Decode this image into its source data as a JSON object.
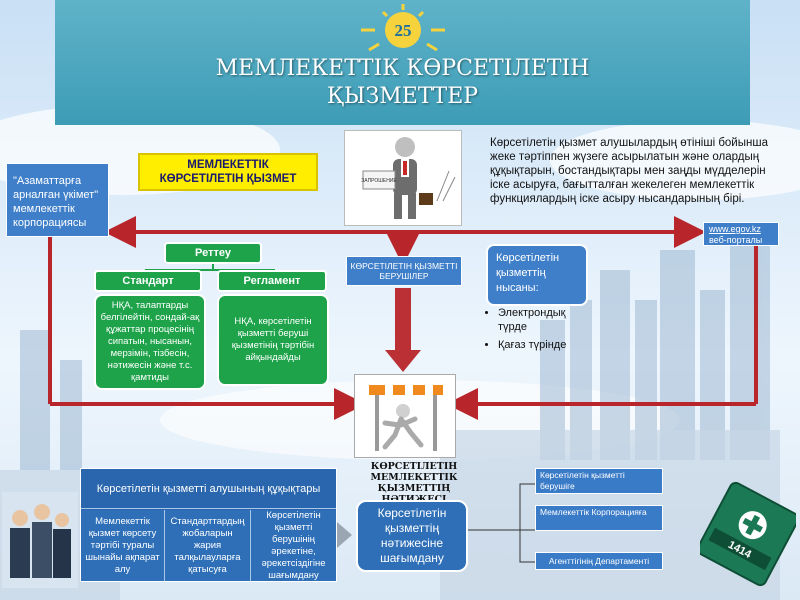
{
  "banner": {
    "emblem_number": "25",
    "title_line1": "МЕМЛЕКЕТТІК КӨРСЕТІЛЕТІН",
    "title_line2": "ҚЫЗМЕТТЕР"
  },
  "central": {
    "state_service_label": "МЕМЛЕКЕТТІК КӨРСЕТІЛЕТІН ҚЫЗМЕТ",
    "description": "Көрсетілетін қызмет алушылардың өтініші бойынша жеке тәртіппен жүзеге асырылатын және олардың құқықтарын, бостандықтары мен заңды мүдделерін іске асыруға, бағытталған жекелеген мемлекеттік функциялардың іске асыру нысандарының бірі.",
    "sign_text": "ЗАПРОШЕНИЕ"
  },
  "left_box": "\"Азаматтарға арналған үкімет\" мемлекеттік корпорациясы",
  "portal": {
    "link": "www.egov.kz",
    "label": "веб-порталы"
  },
  "regulation": {
    "title": "Реттеу",
    "standard": "Стандарт",
    "regulament": "Регламент",
    "standard_desc": "НҚА, талаптарды белгілейтін, сондай-ақ құжаттар процесінің сипатын, нысанын, мерзімін, тізбесін, нәтижесін және т.с. қамтиды",
    "regulament_desc": "НҚА, көрсетілетін қызметті беруші қызметінің тәртібін айқындайды"
  },
  "providers": "КӨРСЕТІЛЕТІН ҚЫЗМЕТТІ БЕРУШІЛЕР",
  "form": {
    "title": "Көрсетілетін қызметтің нысаны:",
    "items": [
      "Электрондық түрде",
      "Қағаз түрінде"
    ]
  },
  "result_label": "КӨРСЕТІЛЕТІН МЕМЛЕКЕТТІК ҚЫЗМЕТТІҢ НӘТИЖЕСІ",
  "rights": {
    "title": "Көрсетілетін қызметті алушының құқықтары",
    "cells": [
      "Мемлекеттік қызмет көрсету тәртібі туралы шынайы ақпарат алу",
      "Стандарттардың жобаларын жария талқылауларға қатысуға",
      "Көрсетілетін қызметті берушінің әрекетіне, әрекетсіздігіне шағымдану"
    ]
  },
  "appeal": {
    "title": "Көрсетілетін қызметтің нәтижесіне шағымдану",
    "targets": [
      "Көрсетілетін қызметті берушіге",
      "Мемлекеттік Корпорацияға",
      "Агенттігінің Департаменті"
    ]
  },
  "card": {
    "number": "1414"
  },
  "colors": {
    "arrow": "#b8262b",
    "green": "#1ea34a",
    "blue": "#3f7fc9",
    "yellow": "#ffee00"
  }
}
